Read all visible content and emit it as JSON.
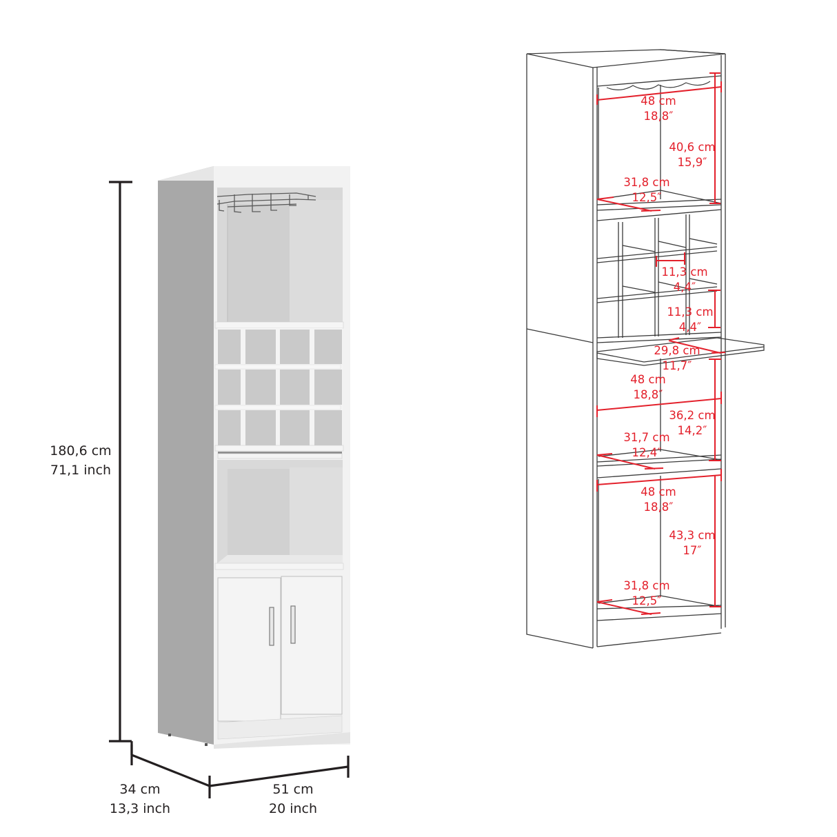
{
  "colors": {
    "dimension_line": "#231f20",
    "annotation_red": "#e3202b",
    "cabinet_front": "#f3f3f3",
    "cabinet_side": "#a9a9a9",
    "cabinet_interior": "#d4d4d4",
    "line_drawing": "#3a3a3a"
  },
  "overall_dimensions": {
    "height": {
      "cm": "180,6 cm",
      "inch": "71,1 inch"
    },
    "depth": {
      "cm": "34 cm",
      "inch": "13,3 inch"
    },
    "width": {
      "cm": "51 cm",
      "inch": "20 inch"
    }
  },
  "interior_dimensions": {
    "top_compartment": {
      "width": {
        "cm": "48 cm",
        "inch": "18,8″"
      },
      "height": {
        "cm": "40,6 cm",
        "inch": "15,9″"
      },
      "depth": {
        "cm": "31,8 cm",
        "inch": "12,5″"
      }
    },
    "wine_cubby": {
      "width": {
        "cm": "11,3 cm",
        "inch": "4,4″"
      },
      "height": {
        "cm": "11,3 cm",
        "inch": "4,4″"
      }
    },
    "pullout_tray": {
      "depth": {
        "cm": "29,8 cm",
        "inch": "11,7″"
      }
    },
    "middle_compartment": {
      "width": {
        "cm": "48 cm",
        "inch": "18,8″"
      },
      "height": {
        "cm": "36,2 cm",
        "inch": "14,2″"
      },
      "depth": {
        "cm": "31,7 cm",
        "inch": "12,4″"
      }
    },
    "bottom_compartment": {
      "width": {
        "cm": "48 cm",
        "inch": "18,8″"
      },
      "height": {
        "cm": "43,3 cm",
        "inch": "17″"
      },
      "depth": {
        "cm": "31,8 cm",
        "inch": "12,5″"
      }
    }
  },
  "features": {
    "wine_cubbies": 12,
    "wine_cubby_grid": "4x3",
    "doors": 2,
    "glass_rack": true,
    "pullout_tray": true
  }
}
